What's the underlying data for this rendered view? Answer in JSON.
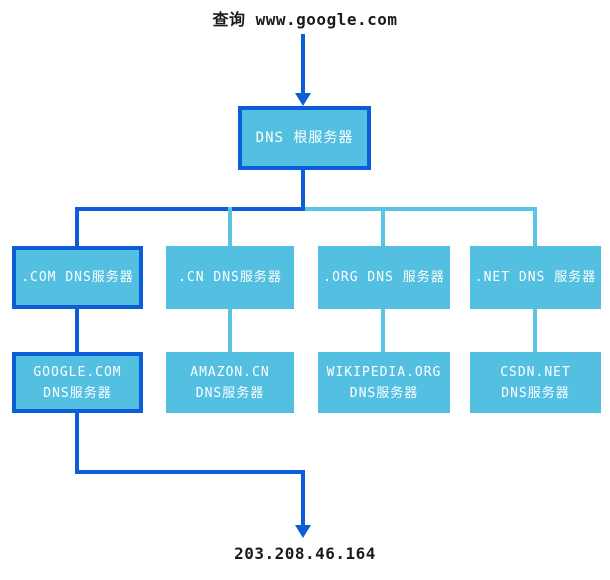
{
  "query": {
    "title": "查询 www.google.com"
  },
  "root_server": {
    "label": "DNS 根服务器",
    "highlighted": true
  },
  "tld_servers": [
    {
      "label": ".COM DNS服务器",
      "highlighted": true
    },
    {
      "label": ".CN DNS服务器",
      "highlighted": false
    },
    {
      "label": ".ORG DNS 服务器",
      "highlighted": false
    },
    {
      "label": ".NET DNS 服务器",
      "highlighted": false
    }
  ],
  "authoritative_servers": [
    {
      "name": "GOOGLE.COM",
      "label": "DNS服务器",
      "highlighted": true
    },
    {
      "name": "AMAZON.CN",
      "label": "DNS服务器",
      "highlighted": false
    },
    {
      "name": "WIKIPEDIA.ORG",
      "label": "DNS服务器",
      "highlighted": false
    },
    {
      "name": "CSDN.NET",
      "label": "DNS服务器",
      "highlighted": false
    }
  ],
  "result": {
    "ip": "203.208.46.164"
  },
  "colors": {
    "highlight_blue": "#0b5ed7",
    "light_line": "#5bc4e4",
    "node_fill": "#53c0e2",
    "node_text": "#ffffff",
    "label_text": "#1b1b1b"
  }
}
